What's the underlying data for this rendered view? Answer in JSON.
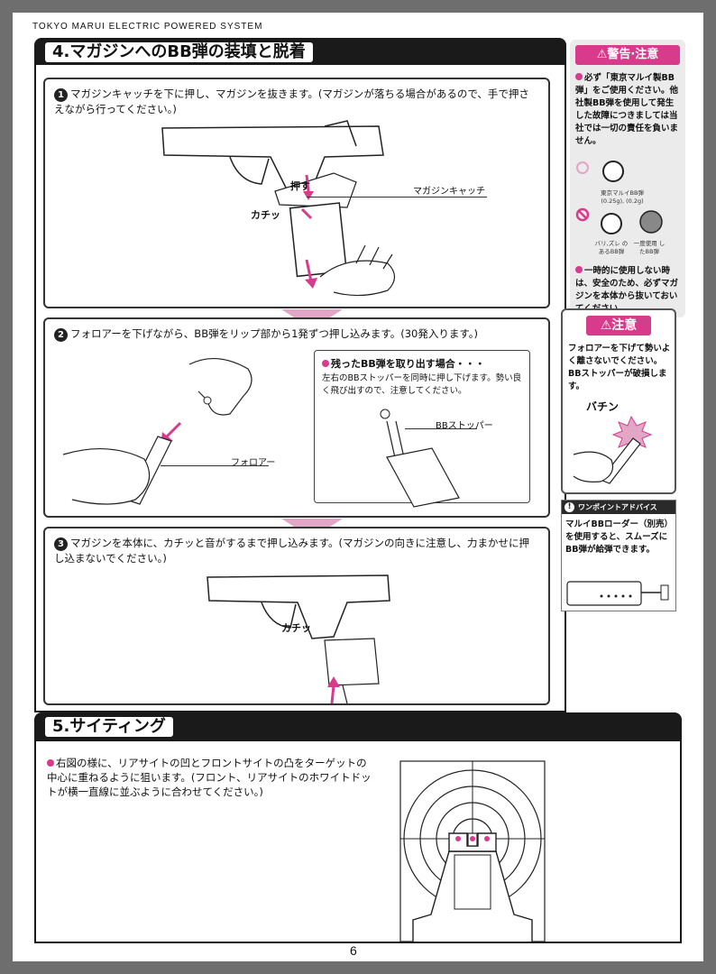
{
  "header": {
    "brand": "TOKYO MARUI ELECTRIC POWERED SYSTEM"
  },
  "section4": {
    "title": "4.マガジンへのBB弾の装填と脱着",
    "step1": {
      "num": "1",
      "text": "マガジンキャッチを下に押し、マガジンを抜きます。(マガジンが落ちる場合があるので、手で押さえながら行ってください。)",
      "label_push": "押す",
      "label_catch": "マガジンキャッチ",
      "label_click": "カチッ"
    },
    "step2": {
      "num": "2",
      "text": "フォロアーを下げながら、BB弾をリップ部から1発ずつ押し込みます。(30発入ります。)",
      "label_follower": "フォロアー",
      "sub_title": "残ったBB弾を取り出す場合・・・",
      "sub_text": "左右のBBストッパーを同時に押し下げます。勢い良く飛び出すので、注意してください。",
      "label_stopper": "BBストッパー"
    },
    "step3": {
      "num": "3",
      "text": "マガジンを本体に、カチッと音がするまで押し込みます。(マガジンの向きに注意し、力まかせに押し込まないでください。)",
      "label_click": "カチッ"
    }
  },
  "sidebar": {
    "warning": {
      "badge": "⚠警告·注意",
      "text1": "必ず「東京マルイ製BB弾」をご使用ください。他社製BB弾を使用して発生した故障につきましては当社では一切の責任を負いません。",
      "ok_caption": "東京マルイBB弾 (0.25g), (0.2g)",
      "ng_caption1": "バリ,ズレ のあるBB弾",
      "ng_caption2": "一度使用 したBB弾",
      "text2": "一時的に使用しない時は、安全のため、必ずマガジンを本体から抜いておいてください。"
    },
    "caution": {
      "badge": "⚠注意",
      "text": "フォロアーを下げて勢いよく離さないでください。BBストッパーが破損します。",
      "sfx": "バチン"
    },
    "tip": {
      "head": "ワンポイントアドバイス",
      "text": "マルイBBローダー（別売）を使用すると、スムーズにBB弾が給弾できます。"
    }
  },
  "section5": {
    "title": "5.サイティング",
    "text": "右図の様に、リアサイトの凹とフロントサイトの凸をターゲットの中心に重ねるように狙います。(フロント、リアサイトのホワイトドットが横一直線に並ぶように合わせてください。)"
  },
  "footer": {
    "page_number": "6"
  },
  "colors": {
    "accent": "#d83a8c",
    "arrow": "#e4a6c7",
    "dark": "#1a1a1a"
  }
}
